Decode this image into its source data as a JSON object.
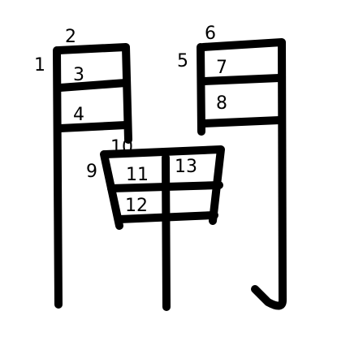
{
  "character": "閘",
  "stroke_color": "#000000",
  "background_color": "#ffffff",
  "stroke_numbers": [
    "1",
    "2",
    "3",
    "4",
    "5",
    "6",
    "7",
    "8",
    "9",
    "10",
    "11",
    "12",
    "13"
  ]
}
